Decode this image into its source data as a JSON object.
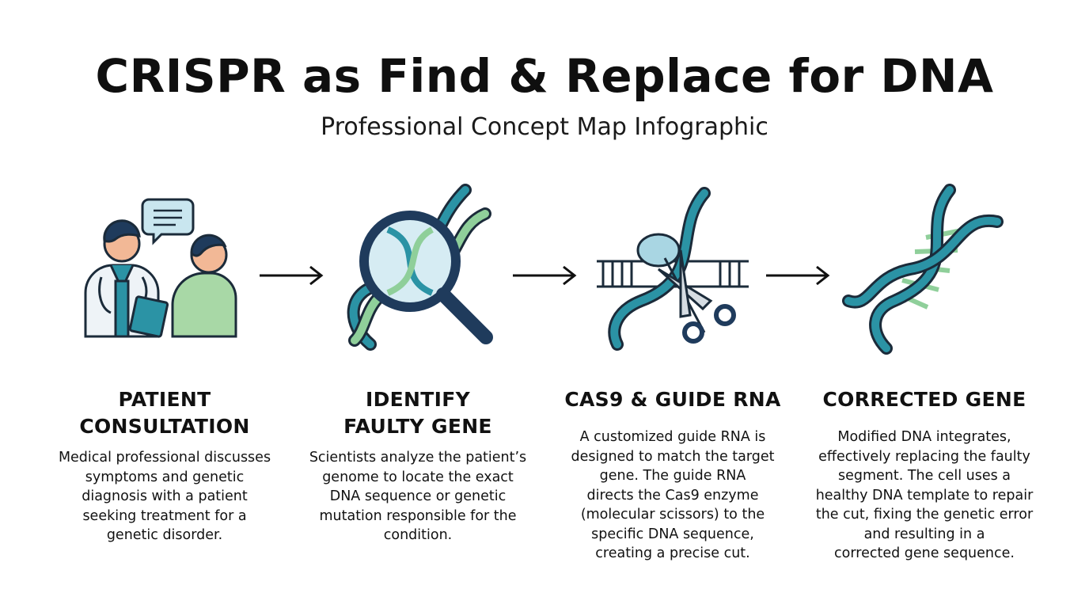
{
  "title": "CRISPR as Find & Replace for DNA",
  "subtitle": "Professional Concept Map Infographic",
  "colors": {
    "teal": "#2b93a5",
    "navy": "#1f3b5c",
    "green": "#8fcf9a",
    "light_blue": "#c9e6ef",
    "outline": "#1b2b3a"
  },
  "steps": [
    {
      "icon": "doctor-patient-icon",
      "title_line1": "PATIENT",
      "title_line2": "CONSULTATION",
      "desc_lines": [
        "Medical professional discusses",
        "symptoms and genetic",
        "diagnosis with a patient",
        "seeking treatment for a",
        "genetic disorder."
      ]
    },
    {
      "icon": "magnifier-dna-icon",
      "title_line1": "IDENTIFY",
      "title_line2": "FAULTY GENE",
      "desc_lines": [
        "Scientists analyze the patient’s",
        "genome to locate the exact",
        "DNA sequence or genetic",
        "mutation responsible for the",
        "condition."
      ]
    },
    {
      "icon": "scissors-dna-icon",
      "title_line1": "CAS9 & GUIDE RNA",
      "title_line2": "",
      "desc_lines": [
        "A customized guide RNA is",
        "designed to match the target",
        "gene. The guide RNA",
        "directs the Cas9 enzyme",
        "(molecular scissors) to the",
        "specific DNA sequence,",
        "creating a precise cut."
      ]
    },
    {
      "icon": "corrected-dna-icon",
      "title_line1": "CORRECTED GENE",
      "title_line2": "",
      "desc_lines": [
        "Modified DNA integrates,",
        "effectively replacing the faulty",
        "segment. The cell uses a",
        "healthy DNA template to repair",
        "the cut, fixing the genetic error",
        "and resulting in a",
        "corrected gene sequence."
      ]
    }
  ]
}
